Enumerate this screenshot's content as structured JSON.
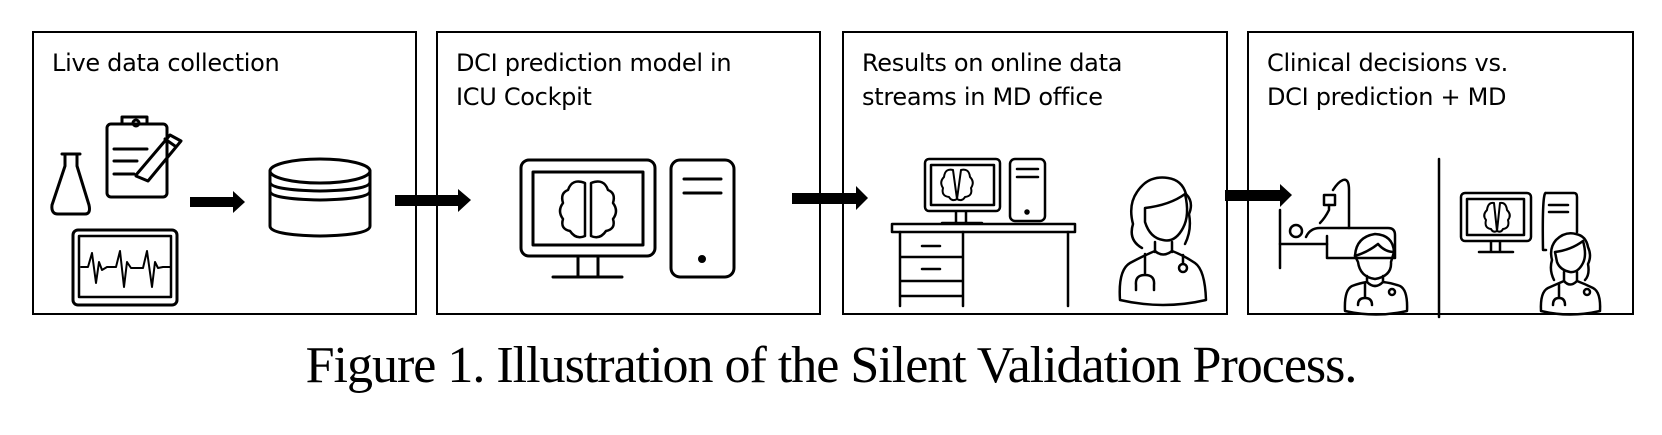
{
  "figure": {
    "caption": "Figure 1.  Illustration of the Silent Validation Process.",
    "color": "#000000",
    "background": "#ffffff"
  },
  "steps": [
    {
      "title": "Live data collection",
      "icons": [
        "flask-icon",
        "clipboard-pencil-icon",
        "ecg-monitor-icon",
        "database-icon"
      ]
    },
    {
      "title": "DCI prediction model in\nICU Cockpit",
      "icons": [
        "monitor-brain-icon",
        "computer-tower-icon"
      ]
    },
    {
      "title": "Results on online data\nstreams in MD office",
      "icons": [
        "desk-computer-icon",
        "female-doctor-icon"
      ]
    },
    {
      "title": "Clinical decisions vs.\nDCI prediction + MD",
      "icons": [
        "patient-bed-icon",
        "male-doctor-icon",
        "monitor-brain-icon",
        "female-doctor-icon"
      ]
    }
  ]
}
